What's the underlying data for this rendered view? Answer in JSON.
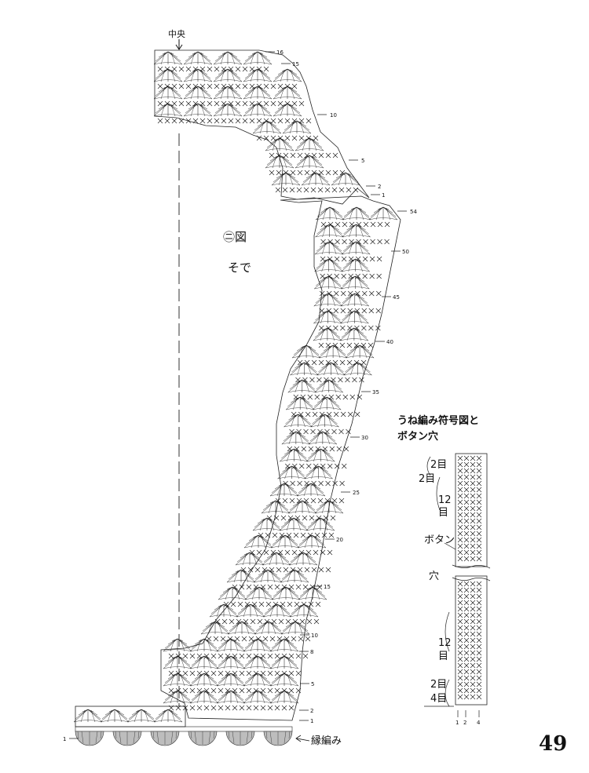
{
  "labels": {
    "center": "中央",
    "figure": "㊁図",
    "sleeve": "そで",
    "edging": "縁編み",
    "ribbing_title_1": "うね編み符号図と",
    "ribbing_title_2": "ボタン穴",
    "page_number": "49"
  },
  "row_numbers": {
    "top": [
      "16",
      "15",
      "10",
      "5",
      "2",
      "1"
    ],
    "sleeve": [
      "54",
      "50",
      "45",
      "40",
      "35",
      "30",
      "25",
      "20",
      "15",
      "10",
      "8",
      "5",
      "2",
      "1"
    ],
    "edging_left": "1"
  },
  "ribbing": {
    "side_labels": [
      "2目",
      "2目",
      "12",
      "目",
      "ボタン",
      "穴",
      "12",
      "目",
      "2目",
      "4目"
    ],
    "bottom_numbers": [
      "1",
      "2",
      "4"
    ]
  }
}
